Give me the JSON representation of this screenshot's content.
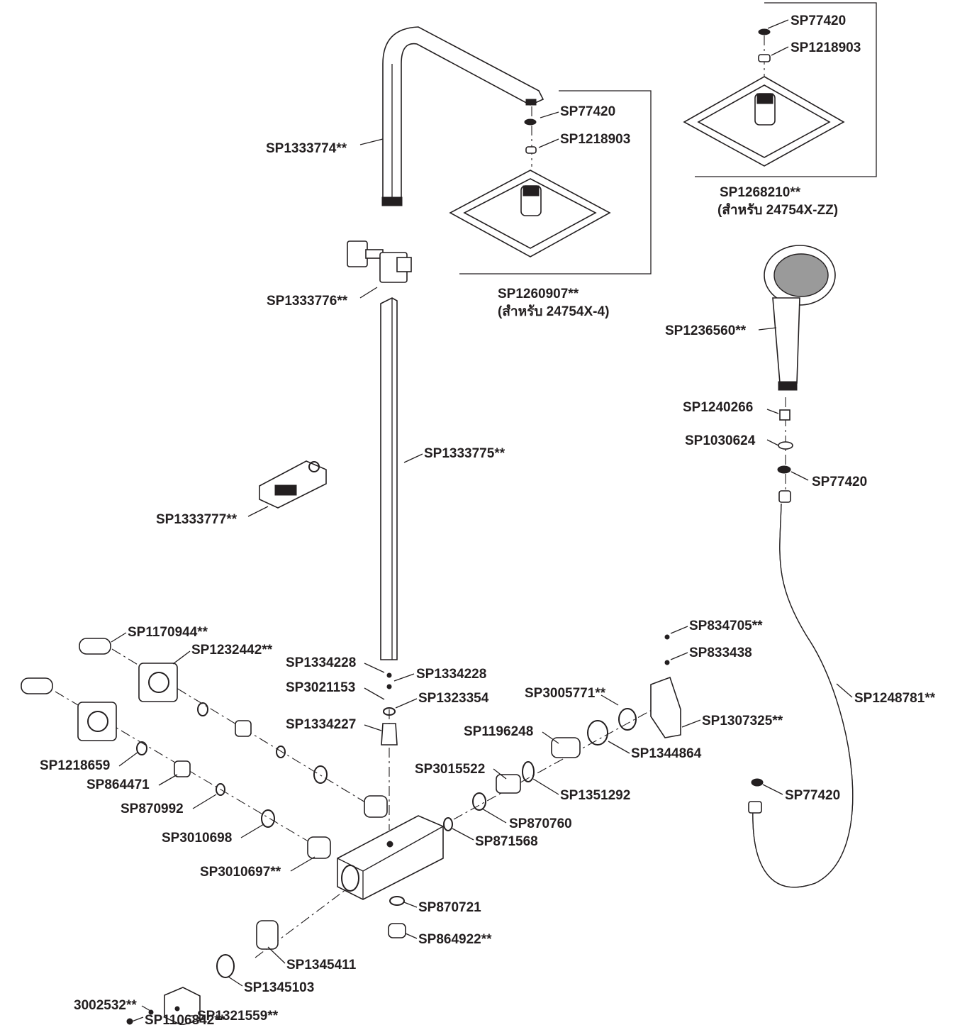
{
  "labels": {
    "sp77420_top": "SP77420",
    "sp1218903_top": "SP1218903",
    "sp1268210": "SP1268210**",
    "sp1268210_note": "(สำหรับ 24754X-ZZ)",
    "sp1333774": "SP1333774**",
    "sp77420_head": "SP77420",
    "sp1218903_head": "SP1218903",
    "sp1260907": "SP1260907**",
    "sp1260907_note": "(สำหรับ 24754X-4)",
    "sp1333776": "SP1333776**",
    "sp1236560": "SP1236560**",
    "sp1240266": "SP1240266",
    "sp1030624": "SP1030624",
    "sp77420_hand": "SP77420",
    "sp1333775": "SP1333775**",
    "sp1333777": "SP1333777**",
    "sp834705": "SP834705**",
    "sp833438": "SP833438",
    "sp1248781": "SP1248781**",
    "sp1170944": "SP1170944**",
    "sp1232442": "SP1232442**",
    "sp1334228_a": "SP1334228",
    "sp1334228_b": "SP1334228",
    "sp3021153": "SP3021153",
    "sp1323354": "SP1323354",
    "sp3005771": "SP3005771**",
    "sp1307325": "SP1307325**",
    "sp1334227": "SP1334227",
    "sp1196248": "SP1196248",
    "sp1344864": "SP1344864",
    "sp1218659": "SP1218659",
    "sp3015522": "SP3015522",
    "sp864471": "SP864471",
    "sp1351292": "SP1351292",
    "sp77420_hose": "SP77420",
    "sp870992": "SP870992",
    "sp870760": "SP870760",
    "sp3010698": "SP3010698",
    "sp871568": "SP871568",
    "sp3010697": "SP3010697**",
    "sp870721": "SP870721",
    "sp864922": "SP864922**",
    "sp1345411": "SP1345411",
    "sp1345103": "SP1345103",
    "p3002532": "3002532**",
    "sp1321559": "SP1321559**",
    "sp1106842": "SP1106842**"
  },
  "colors": {
    "line": "#231f20",
    "background": "#ffffff",
    "shade": "#9a9a9a"
  }
}
